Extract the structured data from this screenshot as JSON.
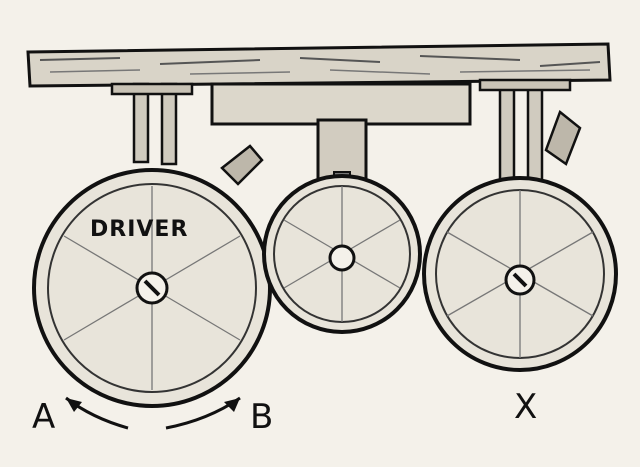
{
  "diagram": {
    "labels": {
      "driver": "DRIVER",
      "a": "A",
      "b": "B",
      "x": "X"
    },
    "colors": {
      "ink": "#111111",
      "paper": "#f4f1ea",
      "wheel_fill": "#e8e4da"
    }
  }
}
